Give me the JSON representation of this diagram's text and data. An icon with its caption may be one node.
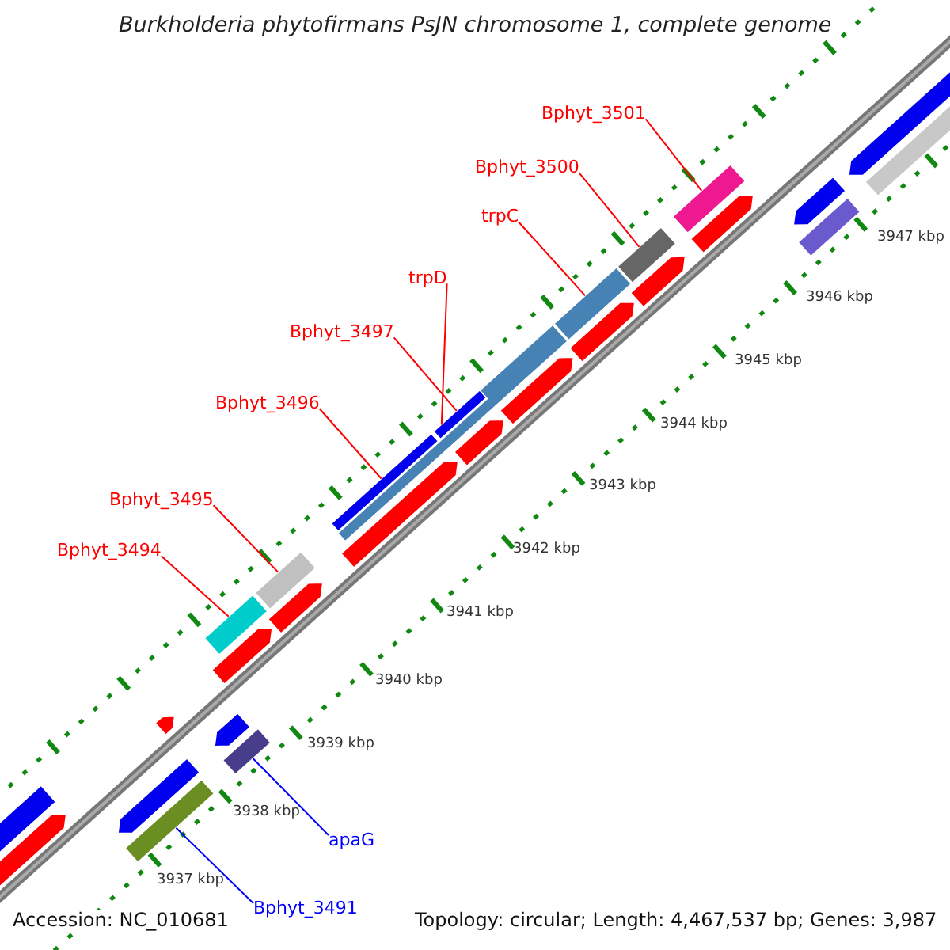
{
  "diagram": {
    "title": "Burkholderia phytofirmans PsJN chromosome 1, complete genome",
    "nodes": [
      {
        "text": [
          "Bphyt_3501"
        ]
      },
      {
        "text": [
          "Bphyt_3500"
        ]
      },
      {
        "text": [
          "trpC"
        ]
      },
      {
        "text": [
          "trpD"
        ]
      },
      {
        "text": [
          "Bphyt_3497"
        ]
      },
      {
        "text": [
          "Bphyt_3496"
        ]
      },
      {
        "text": [
          "Bphyt_3495"
        ]
      },
      {
        "text": [
          "Bphyt_3494"
        ]
      },
      {
        "text": [
          "apaG"
        ]
      },
      {
        "text": [
          "Bphyt_3491"
        ]
      },
      {
        "text": [],
        "shape": "bar"
      },
      {
        "text": [],
        "shape": "bar"
      },
      {
        "text": [],
        "shape": "bar"
      },
      {
        "text": [],
        "shape": "bar"
      },
      {
        "text": [],
        "shape": "bar"
      },
      {
        "text": [],
        "shape": "bar"
      },
      {
        "text": [],
        "shape": "bar"
      },
      {
        "text": [],
        "shape": "bar"
      },
      {
        "text": [],
        "shape": "bar"
      },
      {
        "text": [],
        "shape": "bar"
      },
      {
        "text": [],
        "shape": "arrow"
      },
      {
        "text": [],
        "shape": "bar"
      },
      {
        "text": [],
        "shape": "arrow"
      },
      {
        "text": [],
        "shape": "arrow"
      },
      {
        "text": [],
        "shape": "arrow"
      },
      {
        "text": [],
        "shape": "arrow"
      },
      {
        "text": [],
        "shape": "arrow"
      },
      {
        "text": [],
        "shape": "arrow"
      },
      {
        "text": [],
        "shape": "arrow"
      },
      {
        "text": [],
        "shape": "arrow"
      },
      {
        "text": [],
        "shape": "arrow"
      },
      {
        "text": [],
        "shape": "arrow"
      },
      {
        "text": [],
        "shape": "arrow"
      },
      {
        "text": [],
        "shape": "arrow"
      },
      {
        "text": [],
        "shape": "bar"
      },
      {
        "text": [],
        "shape": "arrow"
      },
      {
        "text": [],
        "shape": "bar"
      }
    ],
    "edges": [
      {
        "from": 0,
        "to": 10,
        "arrow": "none"
      },
      {
        "from": 1,
        "to": 11,
        "arrow": "none"
      },
      {
        "from": 2,
        "to": 12,
        "arrow": "none"
      },
      {
        "from": 3,
        "to": 13,
        "arrow": "none"
      },
      {
        "from": 4,
        "to": 14,
        "arrow": "none"
      },
      {
        "from": 5,
        "to": 15,
        "arrow": "none"
      },
      {
        "from": 6,
        "to": 16,
        "arrow": "none"
      },
      {
        "from": 7,
        "to": 17,
        "arrow": "none"
      },
      {
        "from": 8,
        "to": 18,
        "arrow": "none",
        "color": "#0000ff"
      },
      {
        "from": 9,
        "to": 19,
        "arrow": "none",
        "color": "#0000ff"
      }
    ],
    "labels": [
      "3947 kbp",
      "3946 kbp",
      "3945 kbp",
      "3944 kbp",
      "3943 kbp",
      "3942 kbp",
      "3941 kbp",
      "3940 kbp",
      "3939 kbp",
      "3938 kbp",
      "3937 kbp",
      "Accession: NC_010681",
      "Topology: circular; Length: 4,467,537 bp; Genes: 3,987"
    ]
  }
}
